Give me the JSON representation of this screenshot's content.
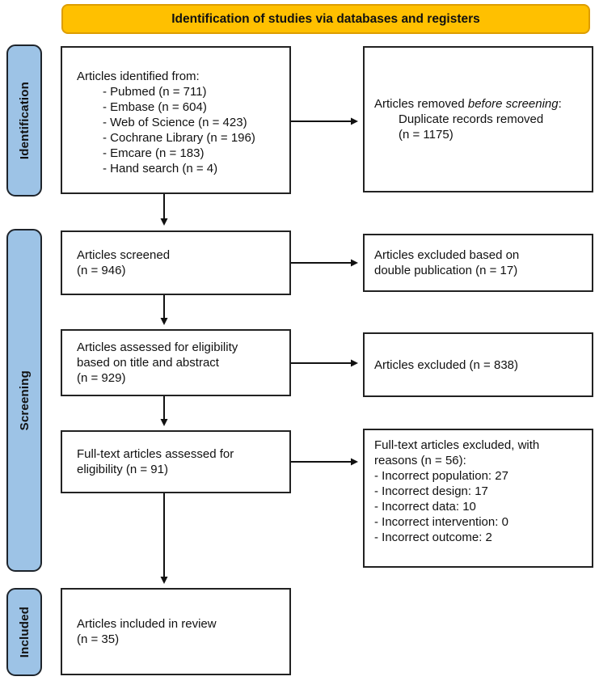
{
  "header": {
    "title": "Identification of studies via databases and registers"
  },
  "stages": {
    "identification": "Identification",
    "screening": "Screening",
    "included": "Included"
  },
  "boxes": {
    "identified": {
      "intro": "Articles identified from:",
      "items": [
        "- Pubmed (n = 711)",
        "- Embase (n = 604)",
        "- Web of Science (n = 423)",
        "- Cochrane Library (n = 196)",
        "- Emcare (n = 183)",
        "- Hand search (n = 4)"
      ]
    },
    "removed_before_screening": {
      "prefix": "Articles removed ",
      "italic": "before screening",
      "suffix": ":",
      "body": "Duplicate records removed\n(n = 1175)"
    },
    "screened": {
      "text": "Articles screened\n(n = 946)"
    },
    "excluded_double_publication": {
      "text": "Articles excluded based on\ndouble publication (n = 17)"
    },
    "assessed_title_abstract": {
      "text": "Articles assessed for eligibility\nbased on title and abstract\n(n = 929)"
    },
    "excluded": {
      "text": "Articles excluded (n = 838)"
    },
    "fulltext_assessed": {
      "text": "Full-text articles assessed for\neligibility (n = 91)"
    },
    "fulltext_excluded": {
      "header": "Full-text articles excluded, with\nreasons (n = 56):",
      "reasons": [
        "- Incorrect population: 27",
        "- Incorrect design: 17",
        "- Incorrect data: 10",
        "- Incorrect intervention: 0",
        "- Incorrect outcome: 2"
      ]
    },
    "included_review": {
      "text": "Articles included in review\n(n = 35)"
    }
  },
  "colors": {
    "header_bg": "#FFC000",
    "header_border": "#DD9D00",
    "stage_bg": "#9DC3E6",
    "stage_border": "#1E242B",
    "box_border": "#222222",
    "arrow": "#111111"
  }
}
